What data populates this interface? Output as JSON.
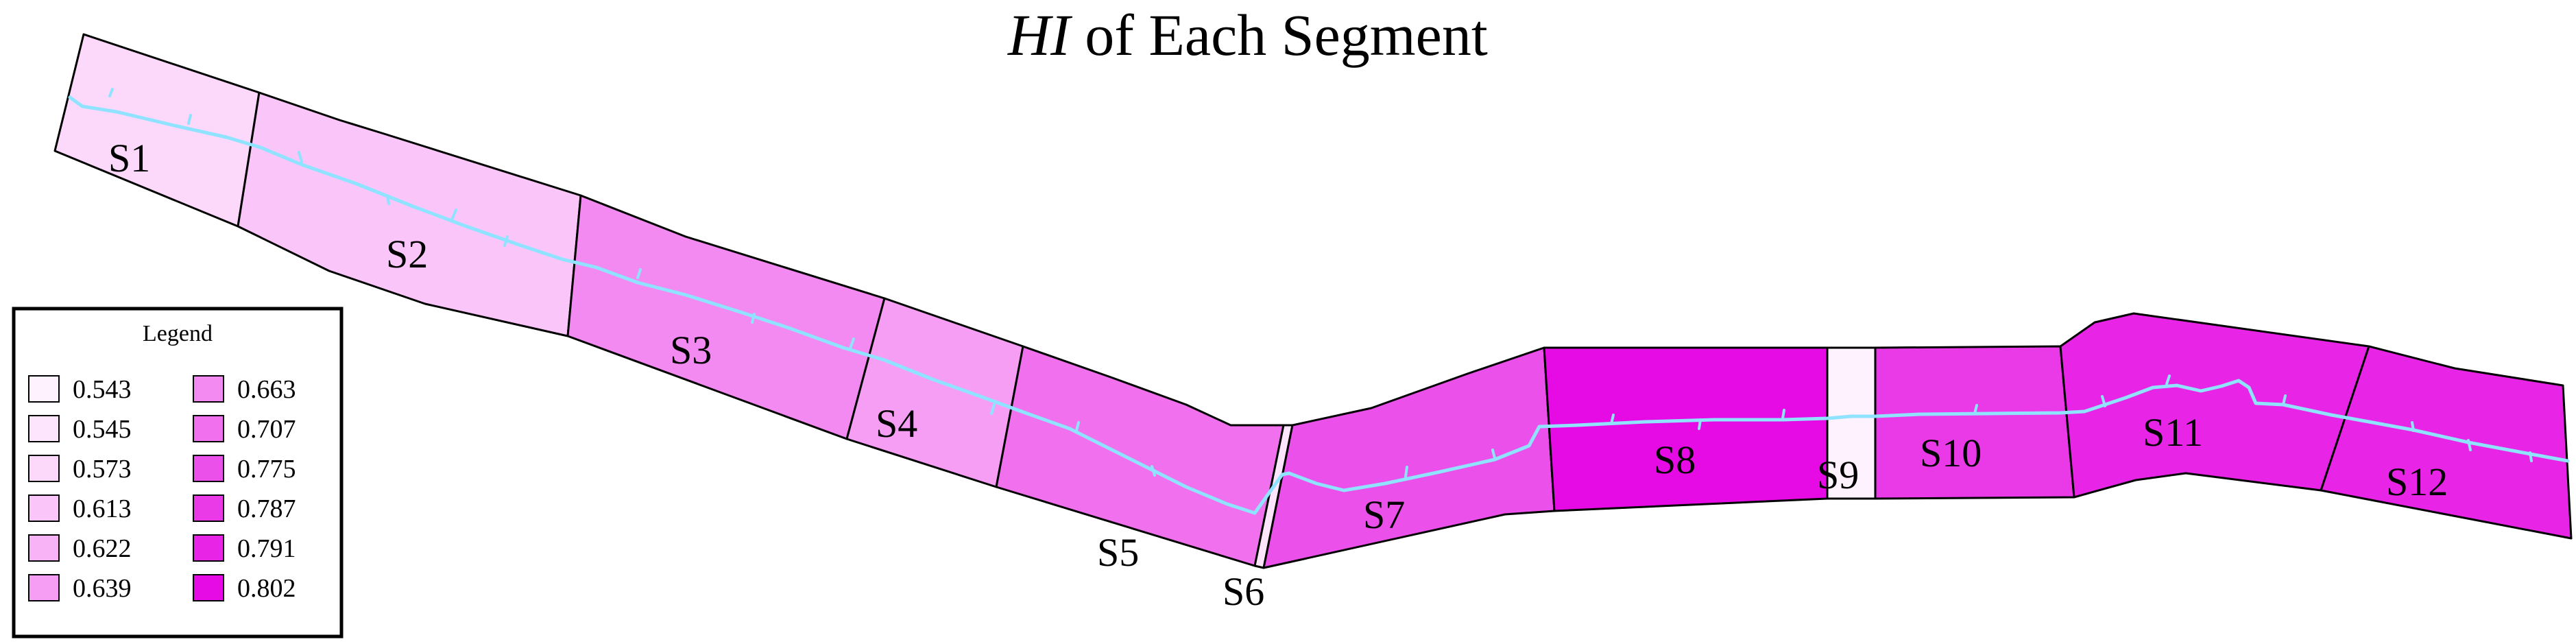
{
  "title_italic": "HI",
  "title_rest": " of Each Segment",
  "legend": {
    "title": "Legend",
    "items": [
      {
        "value": "0.543",
        "color": "#fef2fe"
      },
      {
        "value": "0.545",
        "color": "#fde6fd"
      },
      {
        "value": "0.573",
        "color": "#fcd8fb"
      },
      {
        "value": "0.613",
        "color": "#fac6f9"
      },
      {
        "value": "0.622",
        "color": "#f8b2f6"
      },
      {
        "value": "0.639",
        "color": "#f69ef4"
      },
      {
        "value": "0.663",
        "color": "#f38af1"
      },
      {
        "value": "0.707",
        "color": "#f070ee"
      },
      {
        "value": "0.775",
        "color": "#ec50ea"
      },
      {
        "value": "0.787",
        "color": "#ea3ae8"
      },
      {
        "value": "0.791",
        "color": "#e824e6"
      },
      {
        "value": "0.802",
        "color": "#e60ae4"
      }
    ]
  },
  "segments": [
    {
      "label": "S1",
      "hi": 0.573
    },
    {
      "label": "S2",
      "hi": 0.613
    },
    {
      "label": "S3",
      "hi": 0.663
    },
    {
      "label": "S4",
      "hi": 0.639
    },
    {
      "label": "S5",
      "hi": 0.707
    },
    {
      "label": "S6",
      "hi": 0.545
    },
    {
      "label": "S7",
      "hi": 0.775
    },
    {
      "label": "S8",
      "hi": 0.802
    },
    {
      "label": "S9",
      "hi": 0.543
    },
    {
      "label": "S10",
      "hi": 0.787
    },
    {
      "label": "S11",
      "hi": 0.791
    },
    {
      "label": "S12",
      "hi": 0.791
    }
  ],
  "river_color": "#8fe3ff"
}
